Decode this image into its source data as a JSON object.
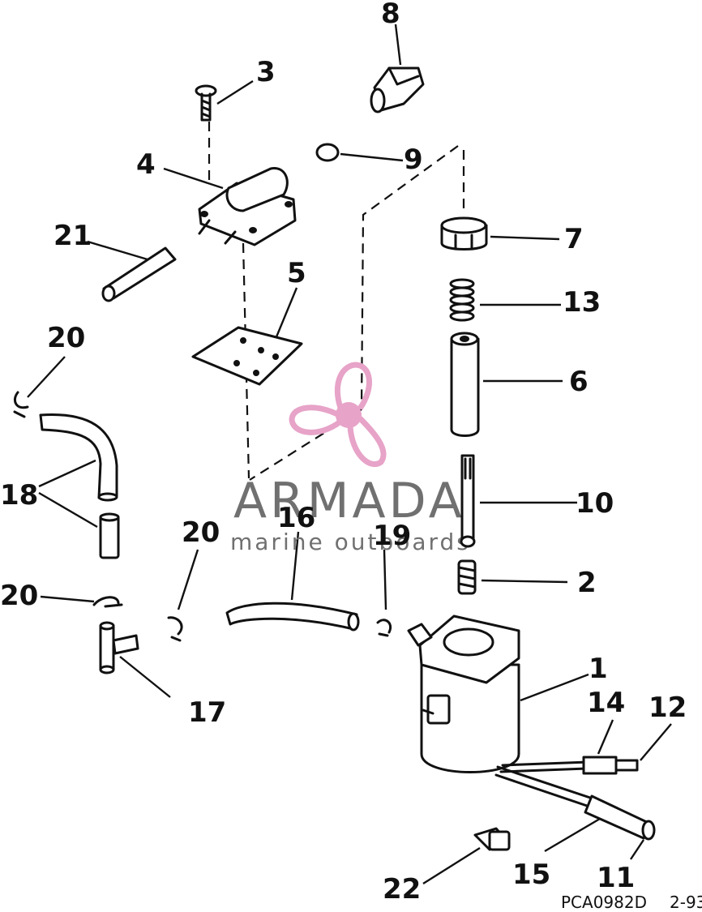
{
  "callouts": [
    {
      "id": "1",
      "text": "1"
    },
    {
      "id": "2",
      "text": "2"
    },
    {
      "id": "3",
      "text": "3"
    },
    {
      "id": "4",
      "text": "4"
    },
    {
      "id": "5",
      "text": "5"
    },
    {
      "id": "6",
      "text": "6"
    },
    {
      "id": "7",
      "text": "7"
    },
    {
      "id": "8",
      "text": "8"
    },
    {
      "id": "9",
      "text": "9"
    },
    {
      "id": "10",
      "text": "10"
    },
    {
      "id": "11",
      "text": "11"
    },
    {
      "id": "12",
      "text": "12"
    },
    {
      "id": "13",
      "text": "13"
    },
    {
      "id": "14",
      "text": "14"
    },
    {
      "id": "15",
      "text": "15"
    },
    {
      "id": "16",
      "text": "16"
    },
    {
      "id": "17",
      "text": "17"
    },
    {
      "id": "18",
      "text": "18"
    },
    {
      "id": "19",
      "text": "19"
    },
    {
      "id": "20a",
      "text": "20"
    },
    {
      "id": "20b",
      "text": "20"
    },
    {
      "id": "20c",
      "text": "20"
    },
    {
      "id": "21",
      "text": "21"
    },
    {
      "id": "22",
      "text": "22"
    }
  ],
  "watermark": {
    "brand": "ARMADA",
    "tagline": "marine outboards",
    "color": "#e7a3c8"
  },
  "figure_code": "PCA0982D",
  "figure_date": "2-93"
}
